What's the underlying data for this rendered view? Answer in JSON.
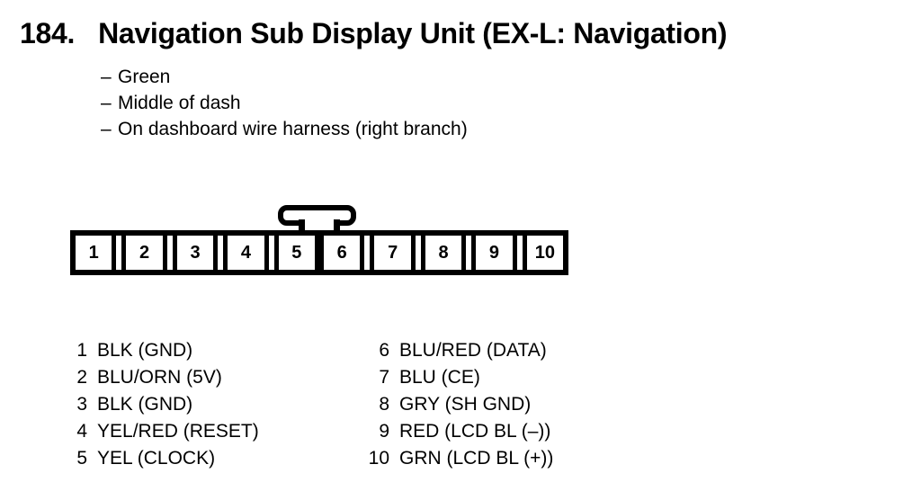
{
  "heading": {
    "number": "184.",
    "title": "Navigation Sub Display Unit (EX-L: Navigation)"
  },
  "notes": {
    "marker": "–",
    "items": [
      "Green",
      "Middle of dash",
      "On dashboard wire harness (right branch)"
    ]
  },
  "connector": {
    "pins": [
      "1",
      "2",
      "3",
      "4",
      "5",
      "6",
      "7",
      "8",
      "9",
      "10"
    ]
  },
  "pinout": {
    "left": [
      {
        "pin": "1",
        "label": "BLK (GND)"
      },
      {
        "pin": "2",
        "label": "BLU/ORN (5V)"
      },
      {
        "pin": "3",
        "label": "BLK (GND)"
      },
      {
        "pin": "4",
        "label": "YEL/RED (RESET)"
      },
      {
        "pin": "5",
        "label": "YEL (CLOCK)"
      }
    ],
    "right": [
      {
        "pin": "6",
        "label": "BLU/RED (DATA)"
      },
      {
        "pin": "7",
        "label": "BLU (CE)"
      },
      {
        "pin": "8",
        "label": "GRY (SH GND)"
      },
      {
        "pin": "9",
        "label": "RED (LCD BL (–))"
      },
      {
        "pin": "10",
        "label": "GRN (LCD BL (+))"
      }
    ]
  },
  "colors": {
    "ink": "#000000",
    "background": "#ffffff"
  }
}
